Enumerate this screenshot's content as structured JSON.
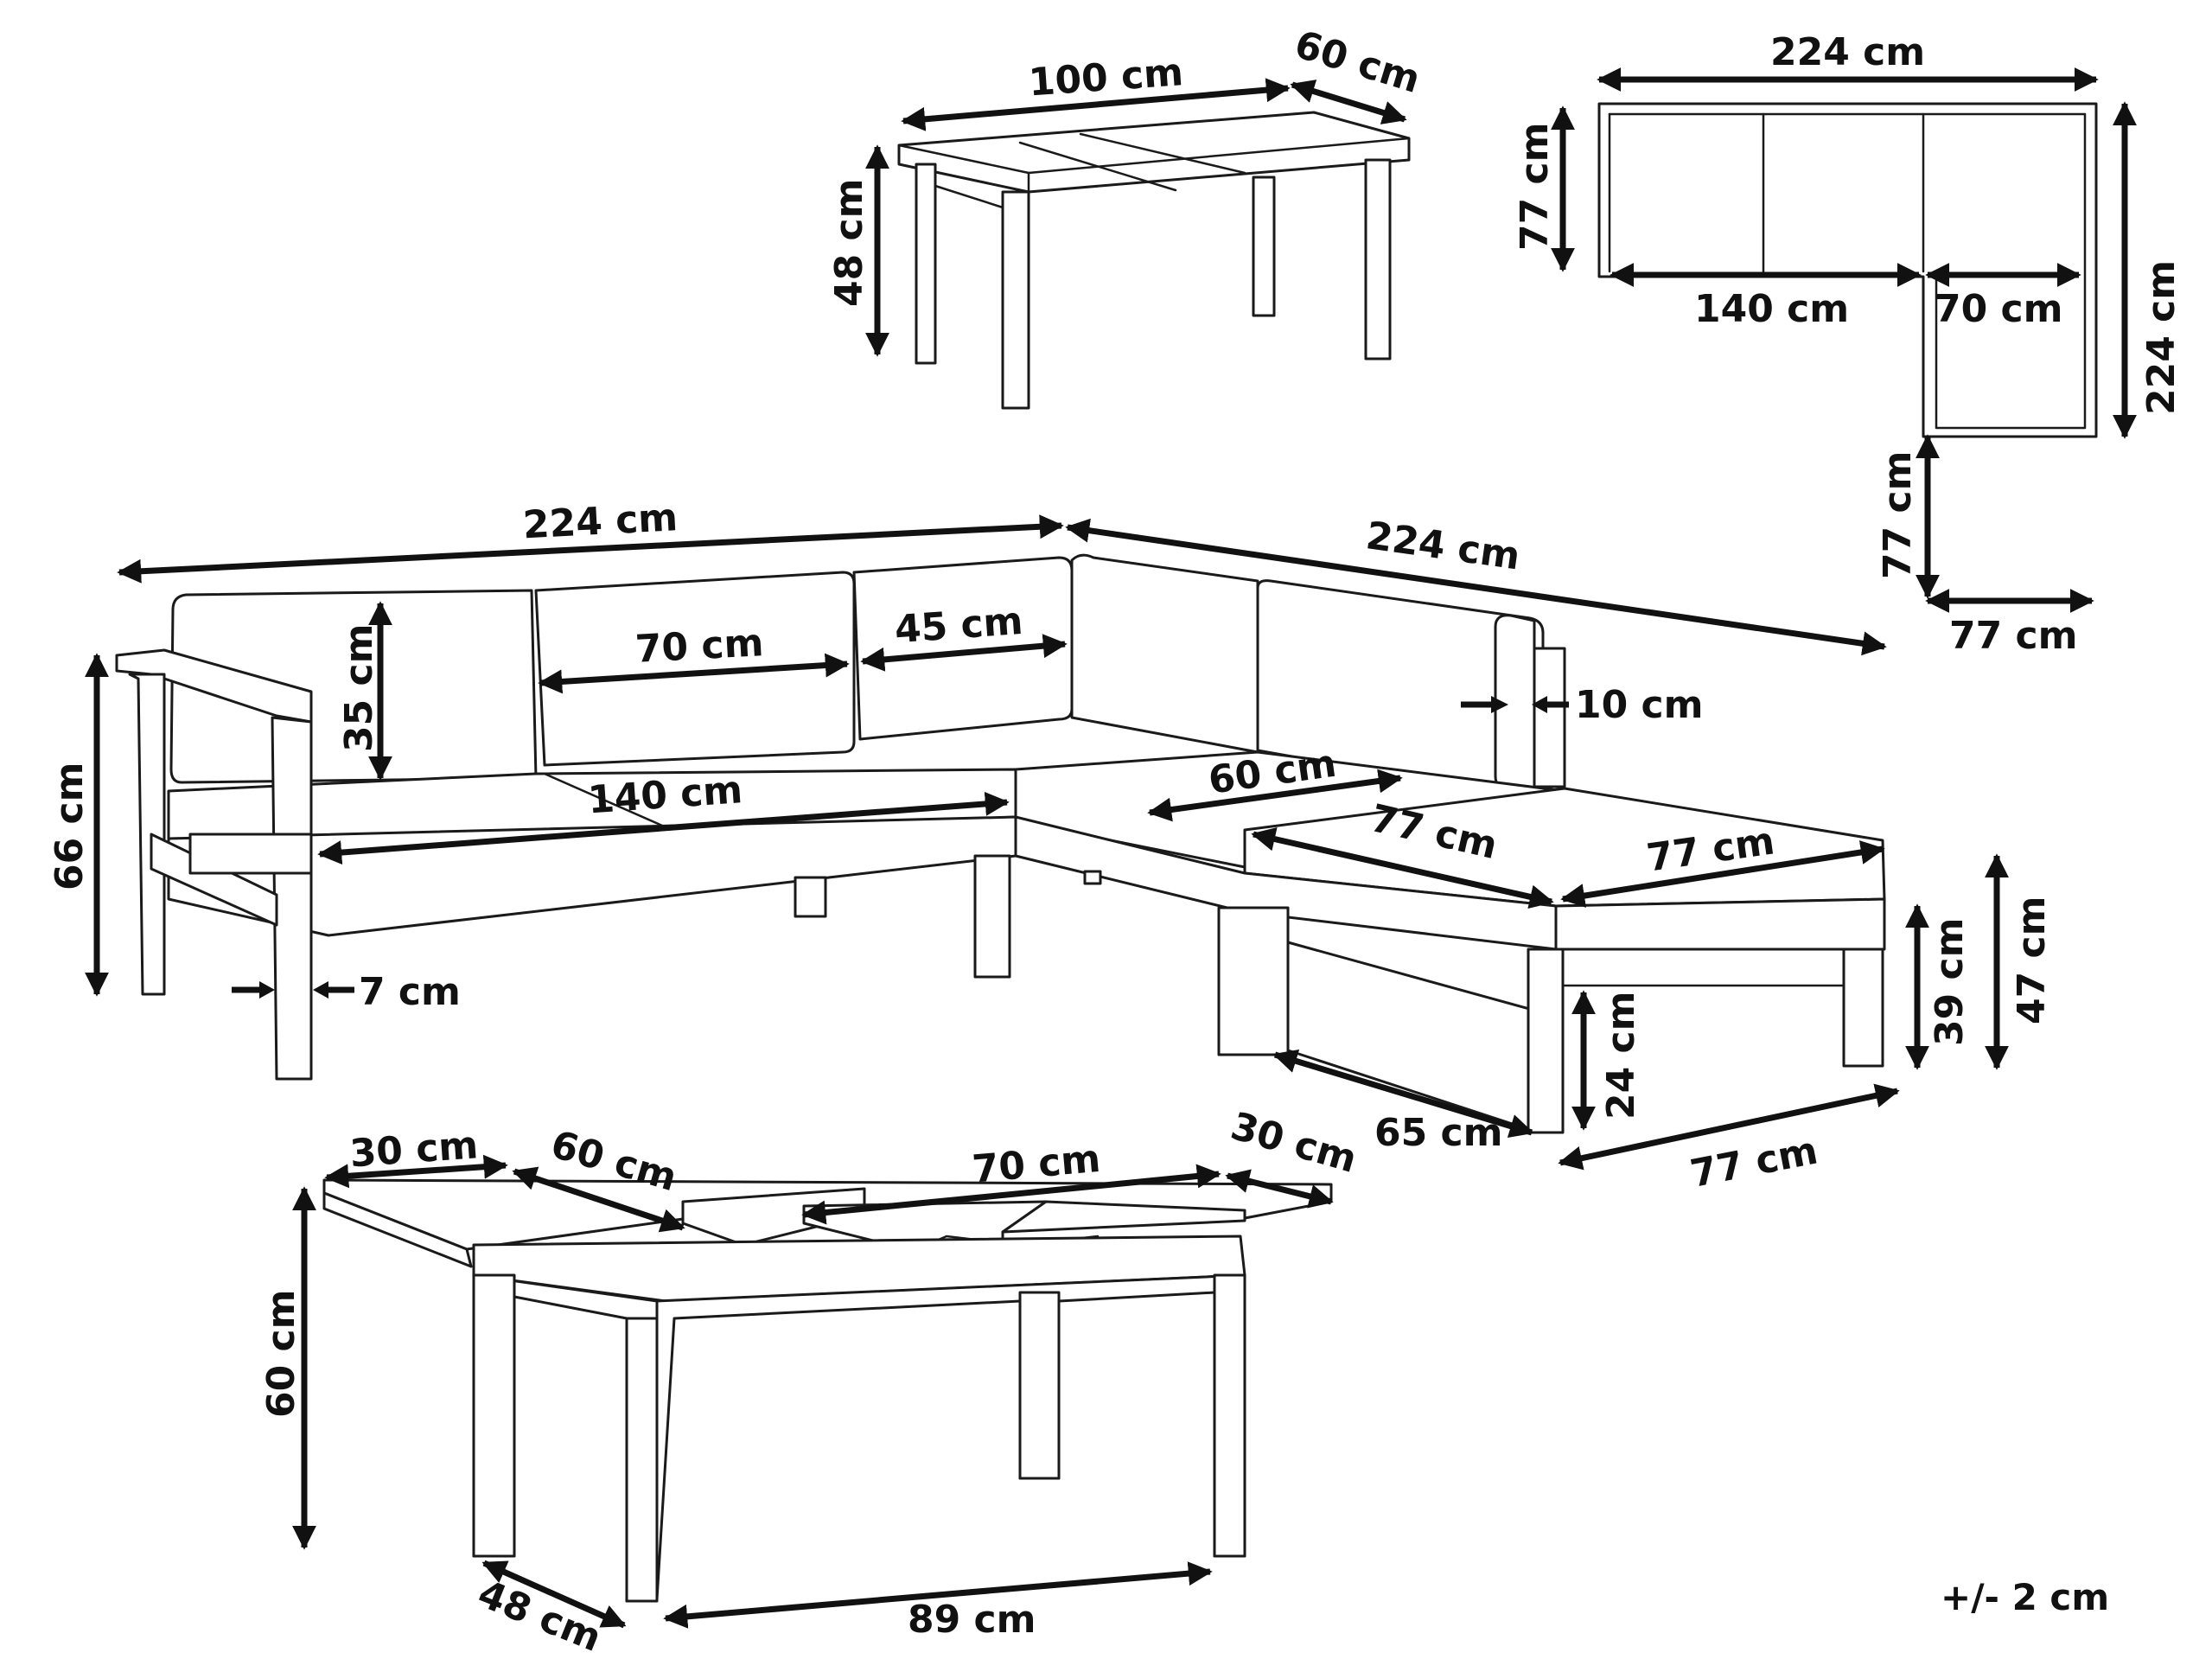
{
  "labels": {
    "side_table_width": "100 cm",
    "side_table_depth": "60 cm",
    "side_table_height": "48 cm",
    "top_width": "224 cm",
    "top_left_depth": "77 cm",
    "top_seat_140": "140 cm",
    "top_seat_70": "70 cm",
    "top_right_depth": "224 cm",
    "top_chaise_depth": "77 cm",
    "top_chaise_width": "77 cm",
    "sofa_length_left": "224 cm",
    "sofa_length_right": "224 cm",
    "backrest_height": "35 cm",
    "cushion_70": "70 cm",
    "cushion_45": "45 cm",
    "armrest_10": "10 cm",
    "sofa_height": "66 cm",
    "seat_140": "140 cm",
    "seat_60": "60 cm",
    "seat_77_a": "77 cm",
    "seat_77_b": "77 cm",
    "leg_7": "7 cm",
    "chaise_height_47": "47 cm",
    "chaise_height_39": "39 cm",
    "clearance_24": "24 cm",
    "chaise_depth_65": "65 cm",
    "chaise_width_77": "77 cm",
    "table_top_30_left": "30 cm",
    "table_top_60": "60 cm",
    "table_top_70": "70 cm",
    "table_top_30_right": "30 cm",
    "table_height": "60 cm",
    "table_depth": "48 cm",
    "table_length": "89 cm",
    "tolerance": "+/- 2 cm"
  },
  "colors": {
    "line": "#1a1a1a",
    "background": "#ffffff"
  }
}
